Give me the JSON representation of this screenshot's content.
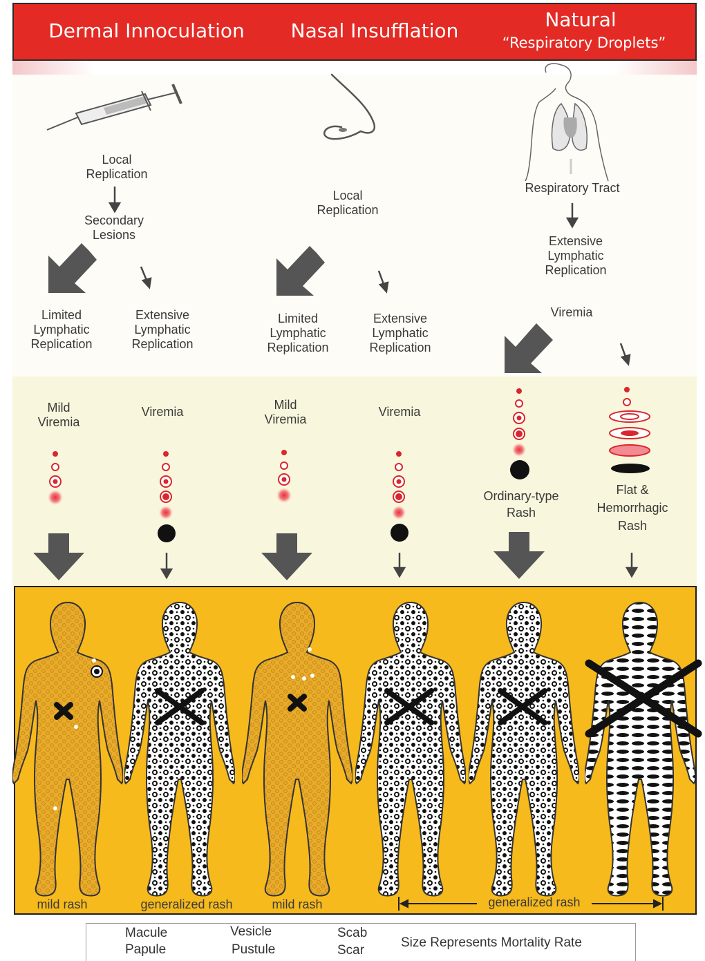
{
  "header": {
    "route_1": "Dermal Innoculation",
    "route_2": "Nasal Insufflation",
    "route_3_line1": "Natural",
    "route_3_line2": "“Respiratory Droplets”",
    "bg_color": "#e42a24"
  },
  "dermal": {
    "local_replication": "Local\nReplication",
    "secondary_lesions": "Secondary\nLesions",
    "limited": "Limited\nLymphatic\nReplication",
    "extensive": "Extensive\nLymphatic\nReplication",
    "mild_viremia": "Mild\nViremia",
    "viremia": "Viremia"
  },
  "nasal": {
    "local_replication": "Local\nReplication",
    "limited": "Limited\nLymphatic\nReplication",
    "extensive": "Extensive\nLymphatic\nReplication",
    "mild_viremia": "Mild\nViremia",
    "viremia": "Viremia"
  },
  "natural": {
    "respiratory_tract": "Respiratory Tract",
    "extensive": "Extensive\nLymphatic\nReplication",
    "viremia": "Viremia",
    "ordinary_rash": "Ordinary-type\nRash",
    "flat_rash": "Flat &\nHemorrhagic\nRash"
  },
  "outcomes": {
    "mild_rash_1": "mild rash",
    "generalized_rash_1": "generalized rash",
    "mild_rash_2": "mild rash",
    "generalized_rash_2": "generalized rash",
    "bg_color": "#f7ba1c"
  },
  "legend": {
    "macule": "Macule",
    "papule": "Papule",
    "vesicle": "Vesicle",
    "pustule": "Pustule",
    "scab": "Scab",
    "scar": "Scar",
    "mortality": "Size Represents Mortality Rate",
    "lesion_color": "#d9272e"
  }
}
